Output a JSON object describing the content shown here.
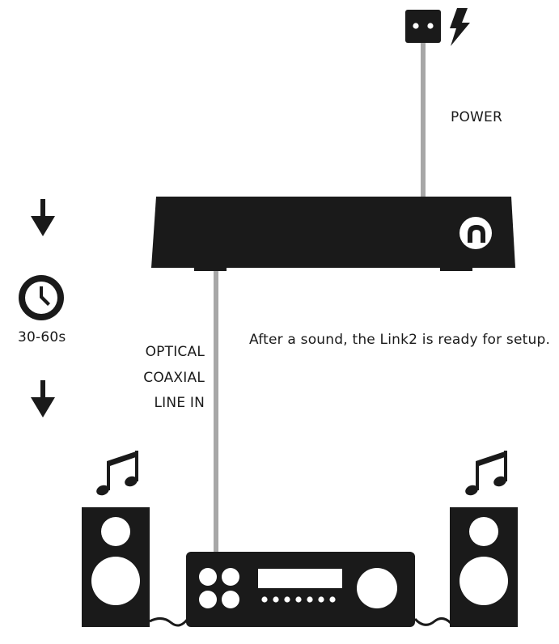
{
  "labels": {
    "power": "POWER",
    "time": "30-60s",
    "inputs": [
      "OPTICAL",
      "COAXIAL",
      "LINE IN"
    ],
    "ready_message": "After a sound, the Link2 is ready for setup."
  },
  "colors": {
    "device": "#1a1a1a",
    "cable": "#a7a7a7",
    "background": "#ffffff"
  },
  "icons": [
    "power-outlet-icon",
    "lightning-icon",
    "arrow-down-icon",
    "clock-icon",
    "music-note-icon",
    "speaker-icon",
    "stereo-receiver-icon",
    "link2-logo"
  ]
}
